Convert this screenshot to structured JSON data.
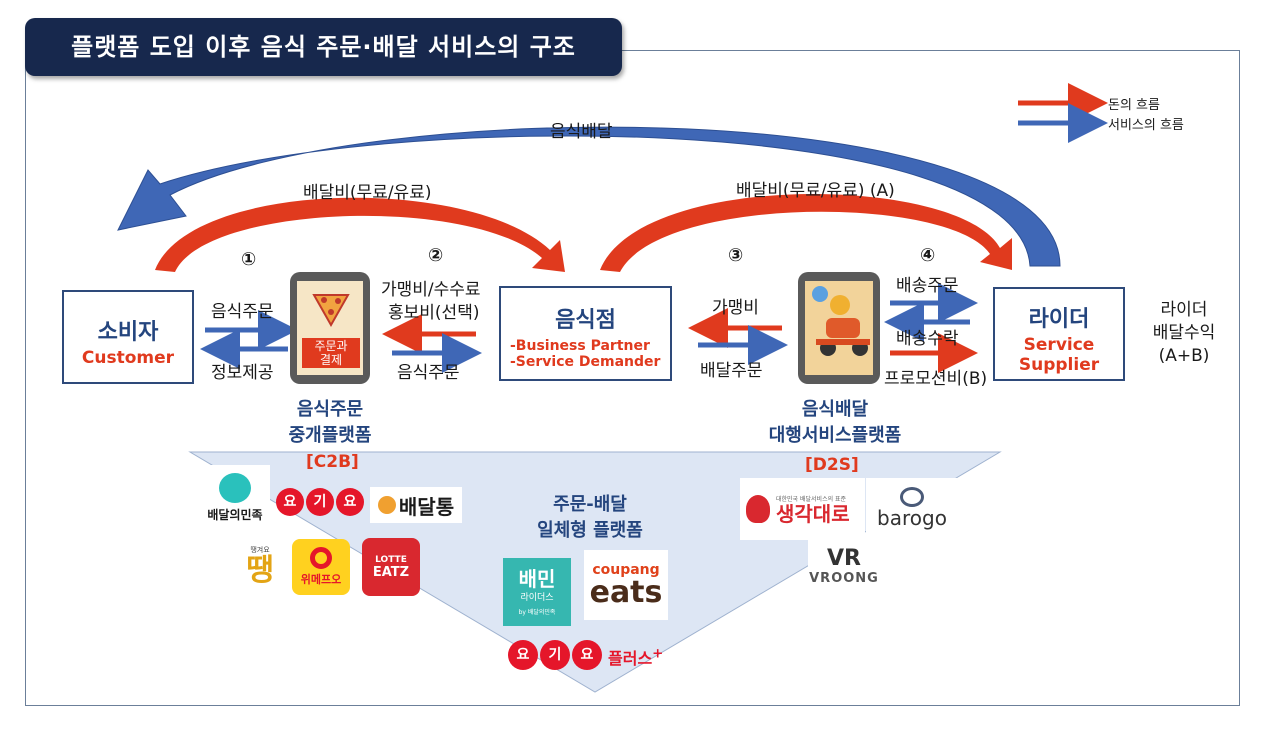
{
  "title": "플랫폼 도입 이후 음식 주문·배달 서비스의 구조",
  "legend": {
    "money": "돈의 흐름",
    "service": "서비스의 흐름"
  },
  "colors": {
    "money": "#e03a1e",
    "service": "#3f67b6",
    "navy": "#17284d",
    "node_text": "#24457e",
    "funnel": "#dde6f4"
  },
  "nodes": {
    "consumer": {
      "title": "소비자",
      "sub": "Customer"
    },
    "restaurant": {
      "title": "음식점",
      "sub1": "-Business Partner",
      "sub2": "-Service Demander"
    },
    "rider": {
      "title": "라이더",
      "sub1": "Service",
      "sub2": "Supplier"
    }
  },
  "top_arcs": {
    "delivery": "음식배달",
    "fee_left": "배달비(무료/유료)",
    "fee_right": "배달비(무료/유료) (A)"
  },
  "steps": [
    "①",
    "②",
    "③",
    "④"
  ],
  "flows": {
    "order_to_app": "음식주문",
    "info": "정보제공",
    "fees_line1": "가맹비/수수료",
    "fees_line2": "홍보비(선택)",
    "order_to_restaurant": "음식주문",
    "franchise": "가맹비",
    "delivery_order": "배달주문",
    "delivery_request": "배송주문",
    "delivery_accept": "배송수락",
    "promotion": "프로모션비(B)"
  },
  "phone_left_screen": "주문과\n결제",
  "rider_income": {
    "line1": "라이더",
    "line2": "배달수익",
    "line3": "(A+B)"
  },
  "platforms": {
    "order": {
      "line1": "음식주문",
      "line2": "중개플랫폼",
      "tag": "[C2B]"
    },
    "delivery": {
      "line1": "음식배달",
      "line2": "대행서비스플랫폼",
      "tag": "[D2S]"
    },
    "integrated": {
      "line1": "주문-배달",
      "line2": "일체형 플랫폼"
    }
  },
  "logos": {
    "baemin": "배달의민족",
    "yogiyo": [
      "요",
      "기",
      "요"
    ],
    "baedaltong": "배달통",
    "ttaeng": "땡",
    "ttaeng_small": "땡겨요",
    "wemakeprice": "위메프오",
    "lotte": [
      "LOTTE",
      "EATZ"
    ],
    "baemin_riders": [
      "배민",
      "라이더스"
    ],
    "baemin_riders_small": "by 배달의민족",
    "coupang": [
      "coupang",
      "eats"
    ],
    "yogiyo_plus": "플러스",
    "saenggak_small": "대한민국 배달서비스의 표준",
    "saenggak": "생각대로",
    "barogo": "barogo",
    "vroong": "VROONG"
  }
}
